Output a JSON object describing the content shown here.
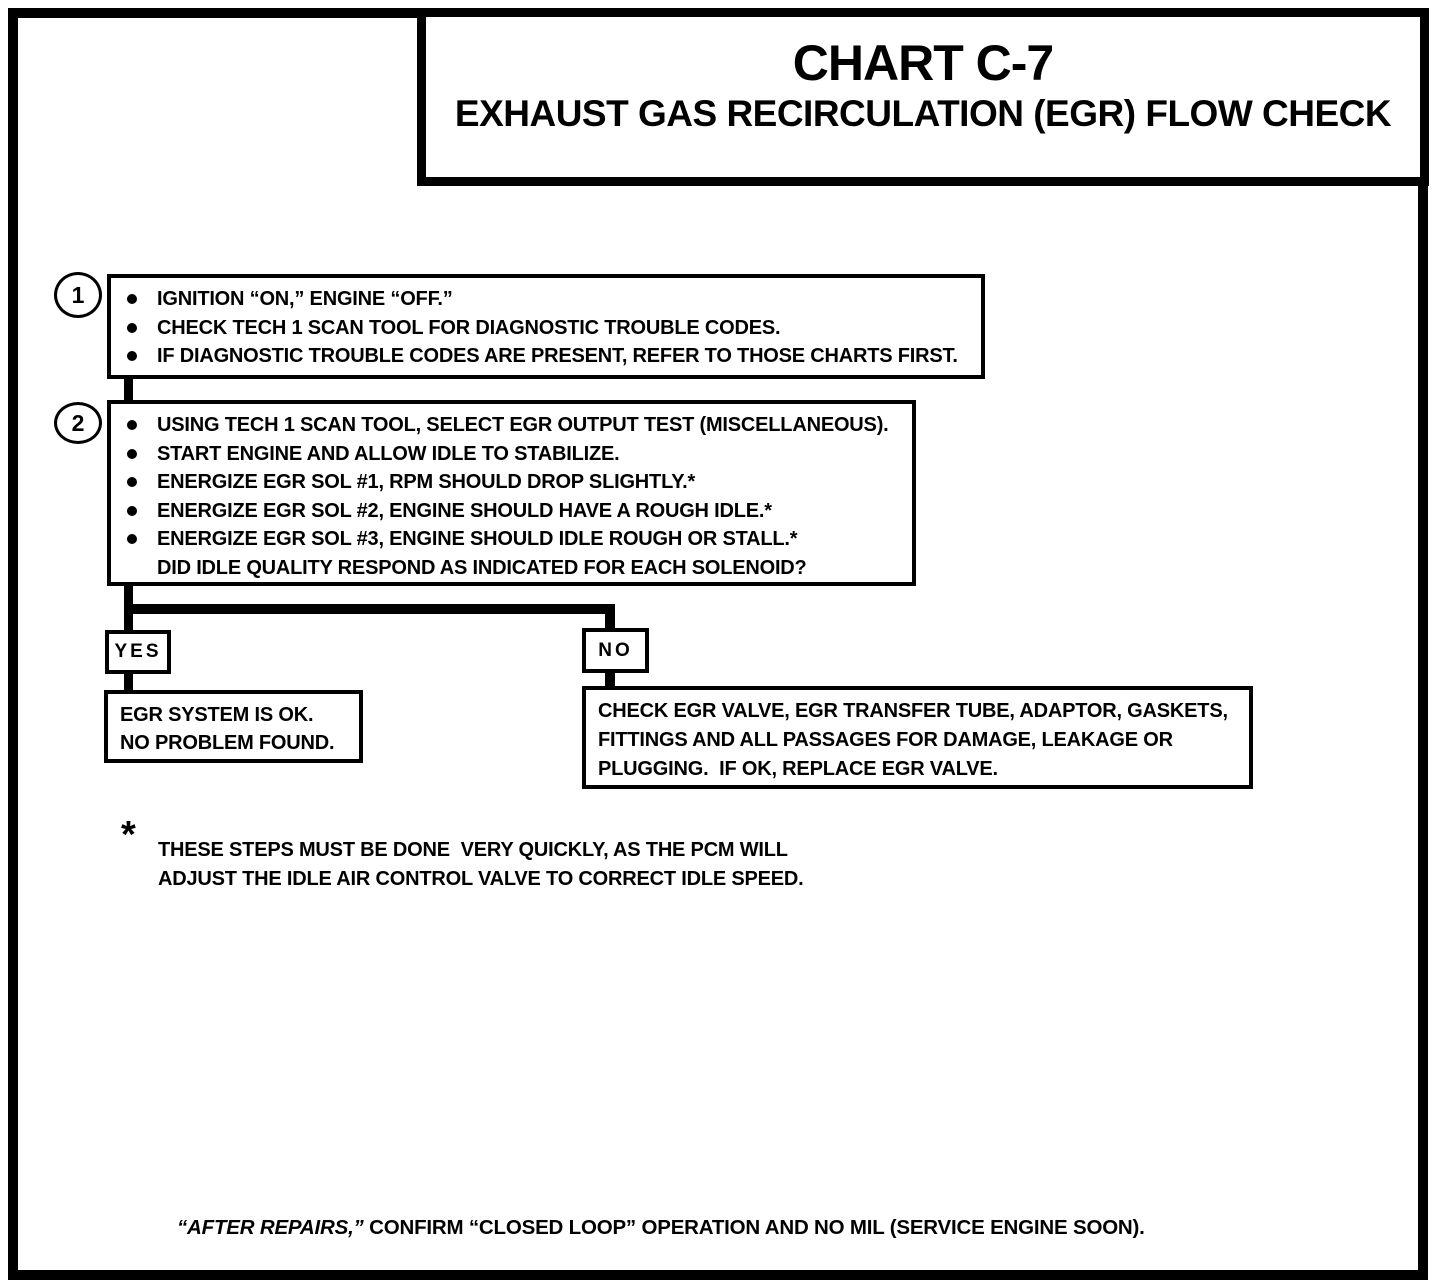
{
  "title_box": {
    "title": "CHART C-7",
    "subtitle": "EXHAUST GAS RECIRCULATION (EGR) FLOW CHECK"
  },
  "step1": {
    "number": "1",
    "bullets": [
      "IGNITION “ON,” ENGINE “OFF.”",
      "CHECK TECH 1 SCAN TOOL FOR DIAGNOSTIC TROUBLE CODES.",
      "IF DIAGNOSTIC TROUBLE CODES ARE PRESENT, REFER TO THOSE CHARTS FIRST."
    ]
  },
  "step2": {
    "number": "2",
    "bullets": [
      "USING TECH 1 SCAN TOOL, SELECT EGR OUTPUT TEST (MISCELLANEOUS).",
      "START ENGINE AND ALLOW IDLE TO STABILIZE.",
      "ENERGIZE EGR SOL #1, RPM SHOULD DROP SLIGHTLY.*",
      "ENERGIZE EGR SOL #2, ENGINE SHOULD HAVE A ROUGH IDLE.*",
      "ENERGIZE EGR SOL #3, ENGINE SHOULD IDLE ROUGH OR STALL.*"
    ],
    "question": "DID IDLE QUALITY RESPOND AS INDICATED FOR EACH SOLENOID?"
  },
  "branch": {
    "yes_label": "YES",
    "no_label": "NO"
  },
  "yes_outcome": {
    "line1": "EGR SYSTEM IS OK.",
    "line2": "NO PROBLEM FOUND."
  },
  "no_outcome": {
    "line1": "CHECK EGR VALVE, EGR TRANSFER TUBE, ADAPTOR, GASKETS,",
    "line2": "FITTINGS AND ALL PASSAGES FOR DAMAGE, LEAKAGE OR",
    "line3": "PLUGGING.  IF OK, REPLACE EGR VALVE."
  },
  "footnote": {
    "marker": "*",
    "line1": "THESE STEPS MUST BE DONE  VERY QUICKLY, AS THE PCM WILL",
    "line2": "ADJUST THE IDLE AIR CONTROL VALVE TO CORRECT IDLE SPEED."
  },
  "footer": {
    "italic_part": "“AFTER REPAIRS,”",
    "rest": " CONFIRM “CLOSED LOOP” OPERATION AND NO MIL (SERVICE ENGINE SOON)."
  },
  "colors": {
    "ink": "#000000",
    "paper": "#ffffff"
  }
}
